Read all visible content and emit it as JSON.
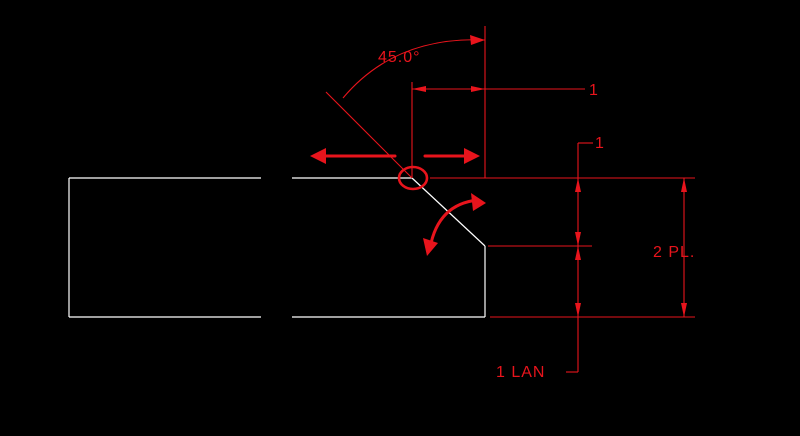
{
  "drawing": {
    "background_color": "#000000",
    "geometry_color": "#ffffff",
    "dimension_color": "#e8141c",
    "angle_label": "45.0°",
    "top_dimension_label": "1",
    "upper_right_label": "1",
    "two_places_label": "2 PL.",
    "bottom_label": "1 LAN"
  }
}
